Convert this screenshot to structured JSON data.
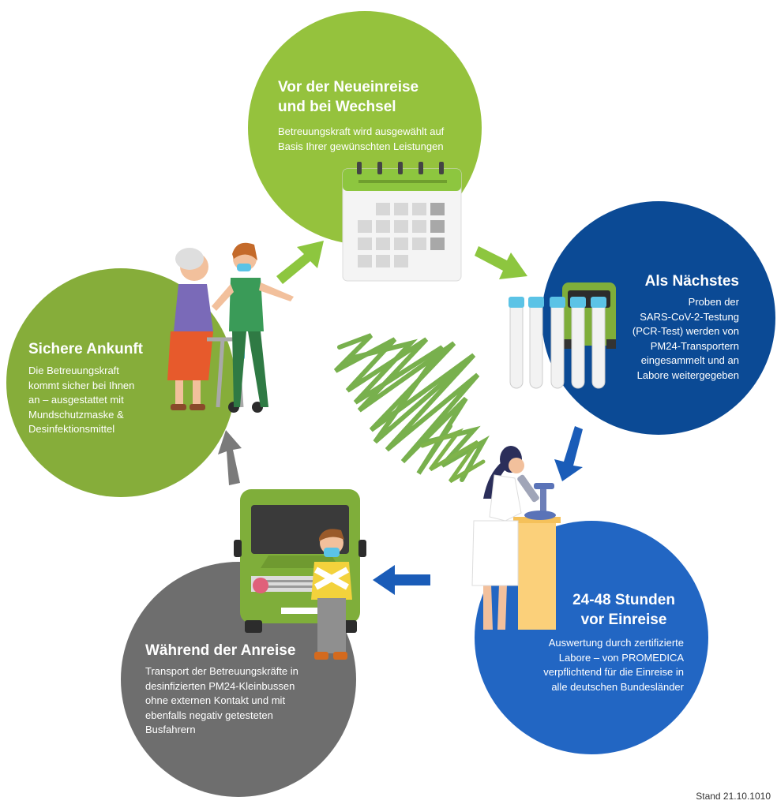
{
  "steps": [
    {
      "title_line1": "Vor der Neueinreise",
      "title_line2": "und bei Wechsel",
      "body_line1": "Betreuungskraft wird ausgewählt auf",
      "body_line2": "Basis Ihrer gewünschten Leistungen"
    },
    {
      "title": "Als Nächstes",
      "body_lines": [
        "Proben der",
        "SARS-CoV-2-Testung",
        "(PCR-Test) werden von",
        "PM24-Transportern",
        "eingesammelt und an",
        "Labore weitergegeben"
      ]
    },
    {
      "title_line1": "24-48 Stunden",
      "title_line2": "vor Einreise",
      "body_lines": [
        "Auswertung durch zertifizierte",
        "Labore – von PROMEDICA",
        "verpflichtend für die Einreise in",
        "alle deutschen Bundesländer"
      ]
    },
    {
      "title": "Während der Anreise",
      "body_lines": [
        "Transport der Betreuungskräfte in",
        "desinfizierten PM24-Kleinbussen",
        "ohne externen Kontakt und mit",
        "ebenfalls negativ getesteten",
        "Busfahrern"
      ]
    },
    {
      "title": "Sichere Ankunft",
      "body_lines": [
        "Die Betreuungskraft",
        "kommt sicher bei Ihnen",
        "an – ausgestattet mit",
        "Mundschutzmaske &",
        "Desinfektionsmittel"
      ]
    }
  ],
  "footer": "Stand 21.10.1010",
  "colors": {
    "top": "#95c23d",
    "right": "#0b4a95",
    "bottom_right": "#2266c3",
    "bottom_left": "#6e6e6e",
    "left": "#86ad3a",
    "arrow_green": "#8dc63f",
    "arrow_blue": "#1a5cb8",
    "arrow_gray": "#7a7a7a",
    "heart": "#6aa83a"
  },
  "icons": [
    "calendar-icon",
    "test-tubes-icon",
    "van-icon",
    "heart-icon",
    "scientist-microscope-icon",
    "caregiver-senior-icon",
    "driver-icon"
  ]
}
